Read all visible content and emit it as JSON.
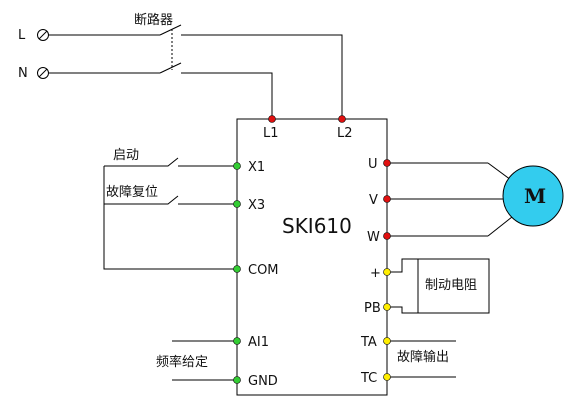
{
  "supply": {
    "l": "L",
    "n": "N"
  },
  "breaker": "断路器",
  "drive": {
    "model": "SKI610",
    "l1": "L1",
    "l2": "L2",
    "x1": "X1",
    "x3": "X3",
    "com": "COM",
    "ai1": "AI1",
    "gnd": "GND",
    "u": "U",
    "v": "V",
    "w": "W",
    "plus": "+",
    "pb": "PB",
    "ta": "TA",
    "tc": "TC"
  },
  "left_labels": {
    "start": "启动",
    "fault_reset": "故障复位",
    "freq_set": "频率给定"
  },
  "motor": "M",
  "brake_resistor": "制动电阻",
  "fault_output": "故障输出",
  "colors": {
    "power_terminal": "#e01010",
    "input_terminal": "#33cc33",
    "dc_terminal": "#ffee00",
    "motor_fill": "#33ccee"
  }
}
